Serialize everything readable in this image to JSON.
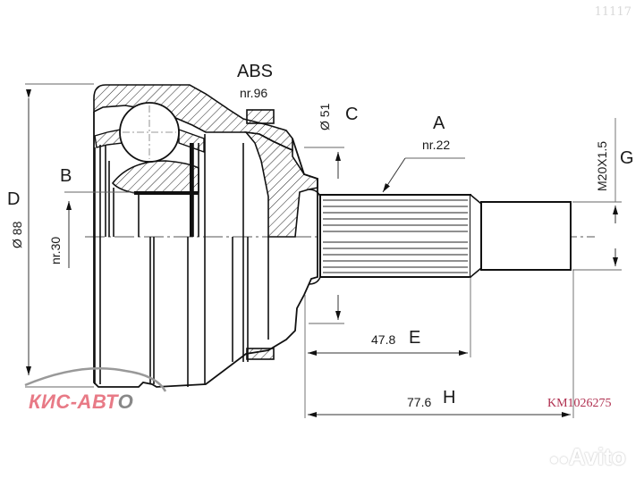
{
  "watermark_id": "11117",
  "part_number": "KM1026275",
  "brand_logo": {
    "main": "КИС-АВТ",
    "tail": "О",
    "main_color": "#e87a86",
    "tail_color": "#888888"
  },
  "site_logo": {
    "text": "Avito",
    "icon": "avito-dots-icon"
  },
  "diagram": {
    "type": "CV joint technical drawing",
    "labels": {
      "abs": {
        "letter": "ABS",
        "value": "nr.96"
      },
      "a": {
        "letter": "A",
        "value": "nr.22"
      },
      "b": {
        "letter": "B",
        "value": "nr.30"
      },
      "c": {
        "letter": "C",
        "value": "Ø 51"
      },
      "d": {
        "letter": "D",
        "value": "Ø 88"
      },
      "e": {
        "letter": "E",
        "value": "47.8"
      },
      "g": {
        "letter": "G",
        "value": "M20X1.5"
      },
      "h": {
        "letter": "H",
        "value": "77.6"
      }
    }
  }
}
